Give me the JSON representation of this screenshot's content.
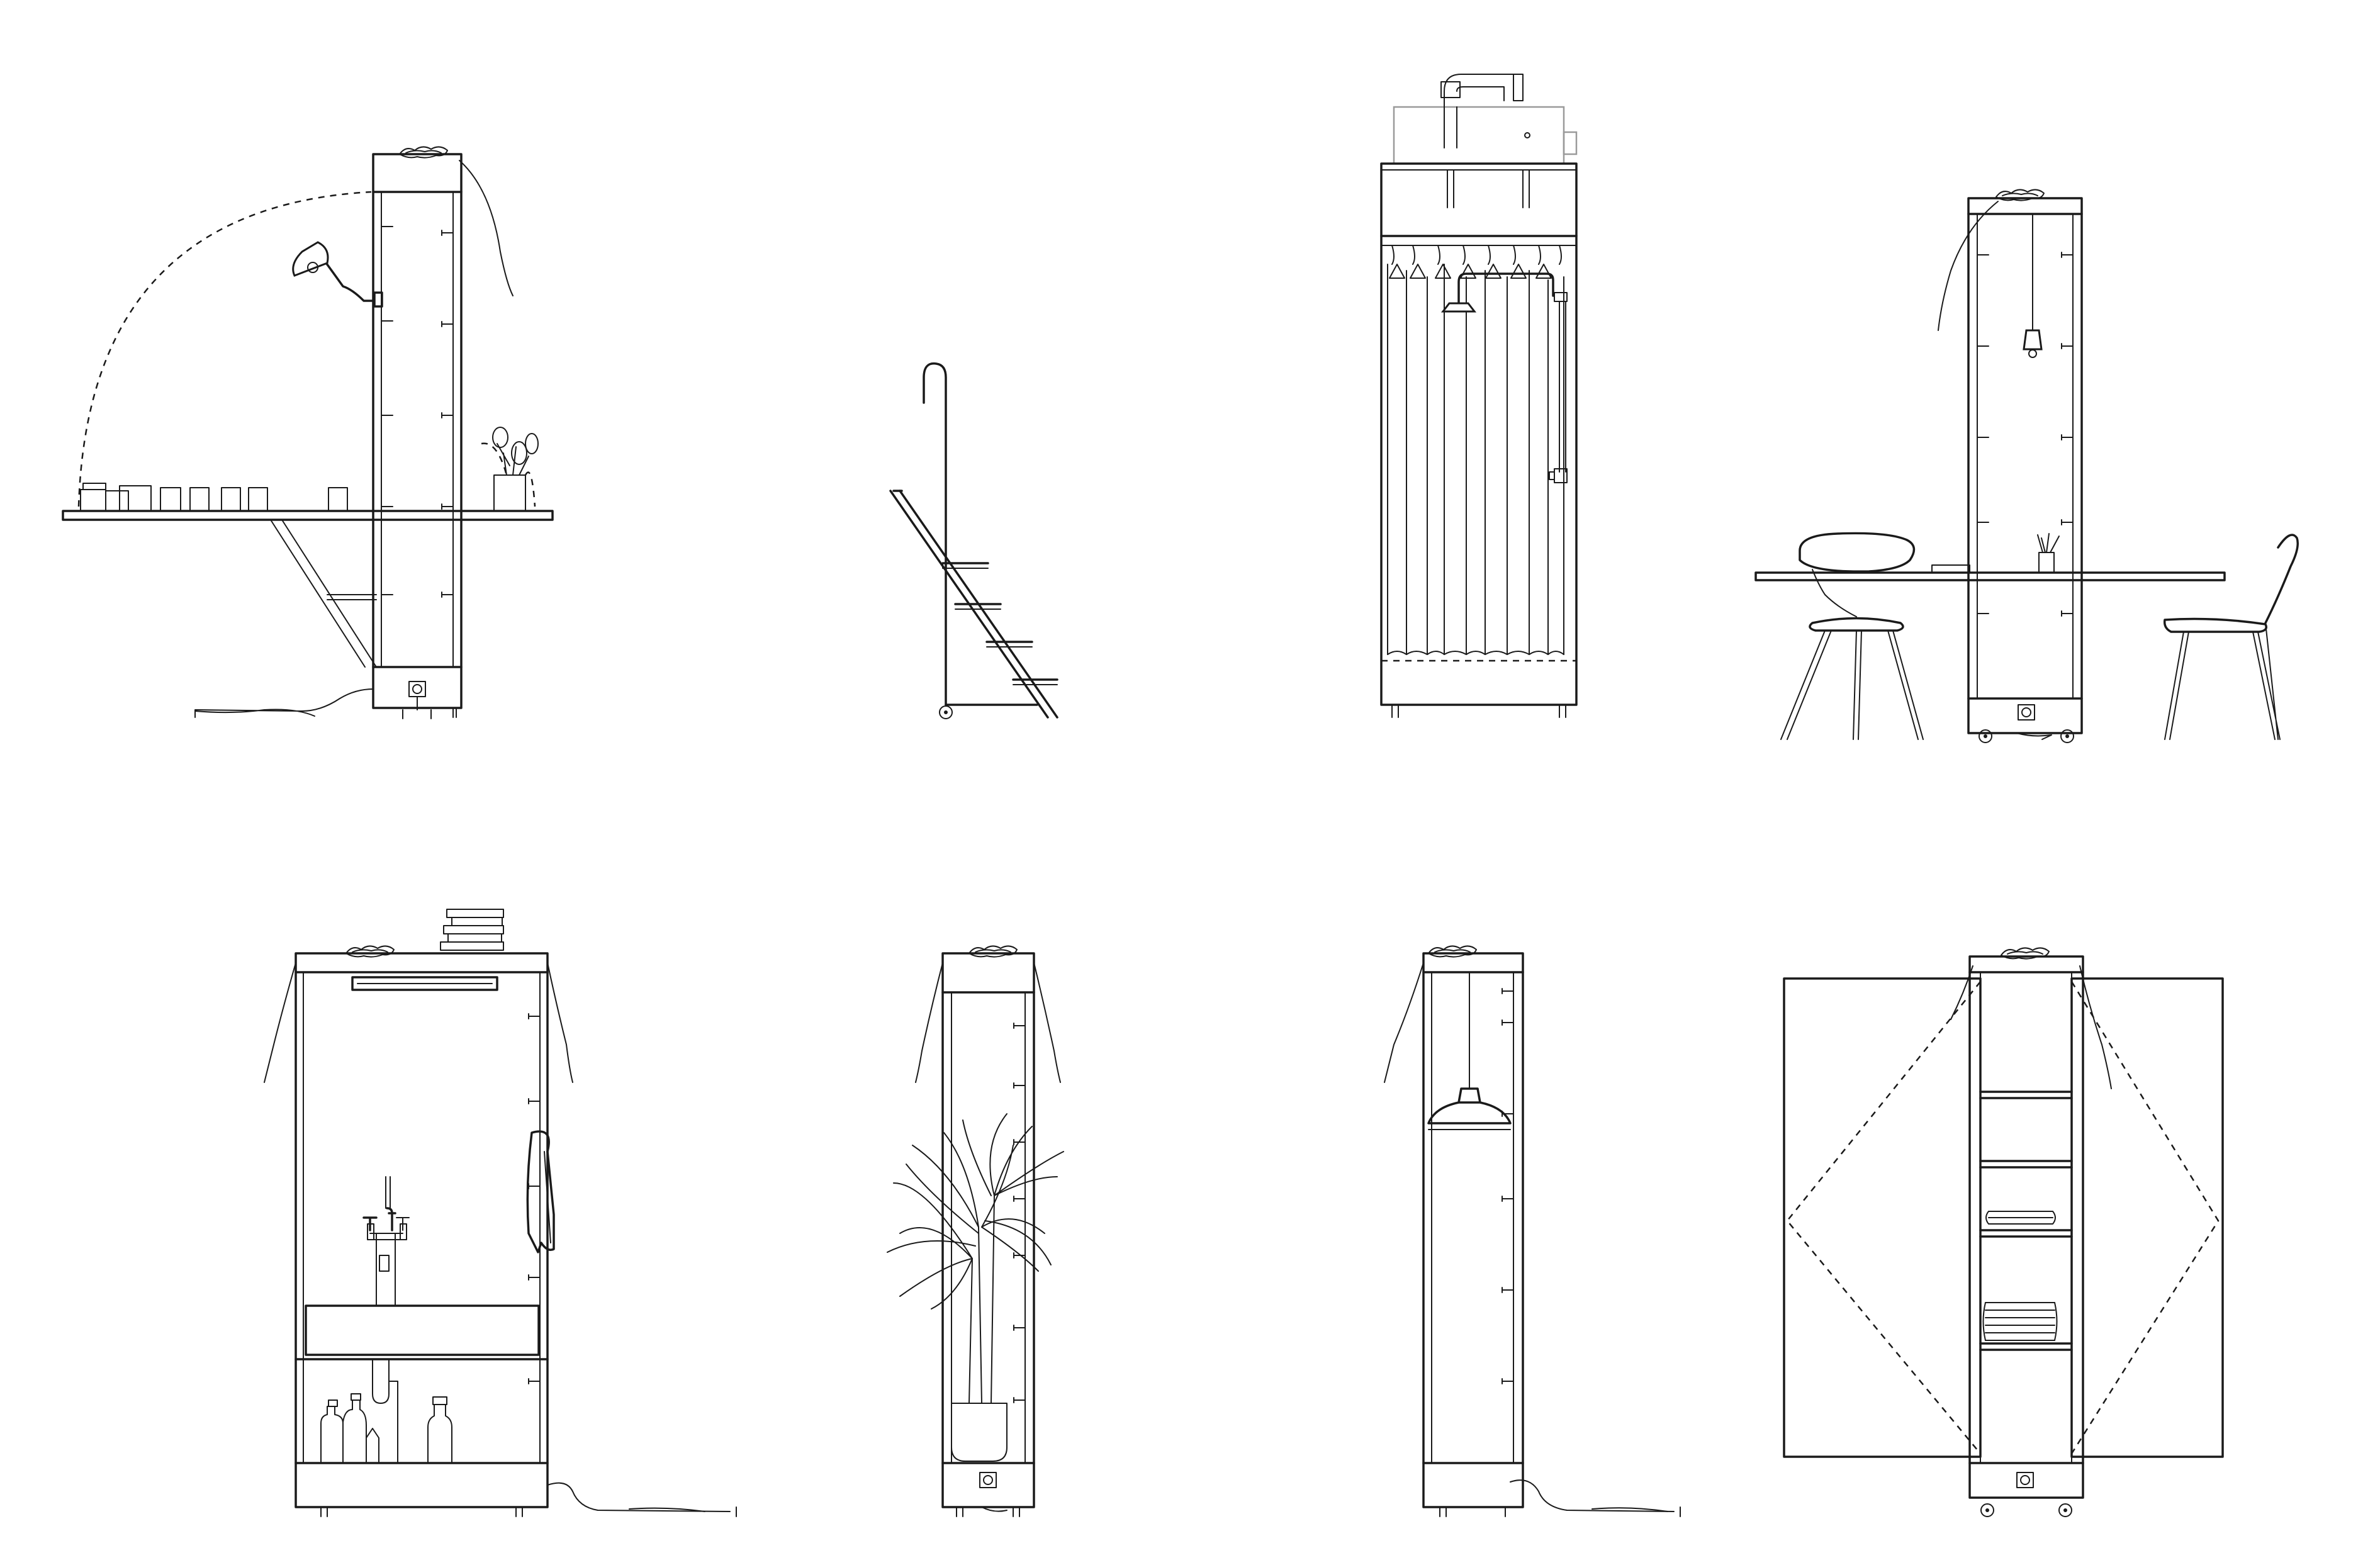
{
  "figure": {
    "type": "line-drawing",
    "panels": [
      {
        "id": "kitchen",
        "content": [
          "unit",
          "folding-table",
          "lamp",
          "jars",
          "plant",
          "cable"
        ]
      },
      {
        "id": "ladder",
        "content": [
          "ladder",
          "hook",
          "wheels"
        ]
      },
      {
        "id": "shower",
        "content": [
          "unit",
          "pipe",
          "shower-head",
          "curtain",
          "hooks"
        ]
      },
      {
        "id": "dining",
        "content": [
          "unit",
          "table",
          "two-chairs",
          "pendant-lamp",
          "pencil-cup"
        ]
      },
      {
        "id": "bathroom-sink",
        "content": [
          "unit",
          "mirror-light",
          "sink",
          "tap",
          "towel",
          "bottles",
          "books"
        ]
      },
      {
        "id": "plant-cabinet",
        "content": [
          "unit",
          "potted-plant"
        ]
      },
      {
        "id": "lamp-cabinet",
        "content": [
          "unit",
          "pendant-lamp",
          "cable"
        ]
      },
      {
        "id": "wardrobe",
        "content": [
          "unit",
          "shelves",
          "folding-doors",
          "folded-clothes"
        ]
      }
    ],
    "stroke_color": "#1a1a1a",
    "background": "#ffffff"
  }
}
